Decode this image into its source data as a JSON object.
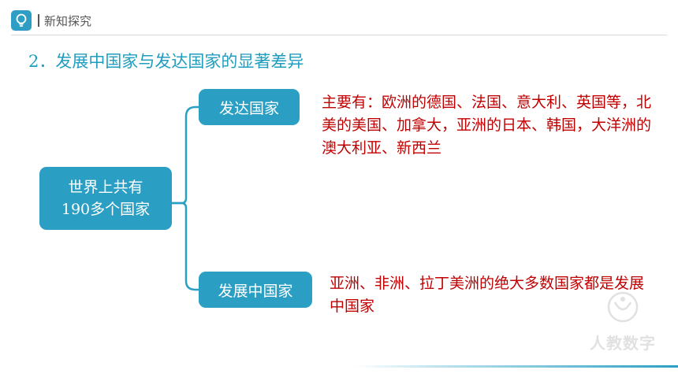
{
  "header": {
    "title": "新知探究",
    "icon": "lightbulb-icon"
  },
  "section": {
    "title": "2．发展中国家与发达国家的显著差异"
  },
  "diagram": {
    "root": {
      "line1": "世界上共有",
      "line2": "190多个国家"
    },
    "developed": {
      "label": "发达国家",
      "description": "主要有：欧洲的德国、法国、意大利、英国等，北美的美国、加拿大，亚洲的日本、韩国，大洋洲的澳大利亚、新西兰"
    },
    "developing": {
      "label": "发展中国家",
      "description": "亚洲、非洲、拉丁美洲的绝大多数国家都是发展中国家"
    }
  },
  "watermark": {
    "text": "人教数字"
  },
  "colors": {
    "accent": "#2b9fc3",
    "title": "#1f9dbf",
    "description": "#c00000"
  }
}
